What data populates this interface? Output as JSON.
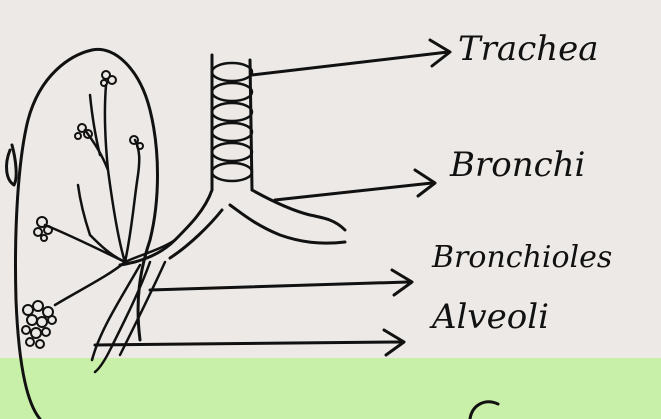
{
  "labels": {
    "trachea": "Trachea",
    "bronchi": "Bronchi",
    "bronchioles": "Bronchioles",
    "alveoli": "Alveoli"
  },
  "colors": {
    "paper": "#ece9e6",
    "ink": "#111111",
    "highlight": "#c9f0a8"
  }
}
